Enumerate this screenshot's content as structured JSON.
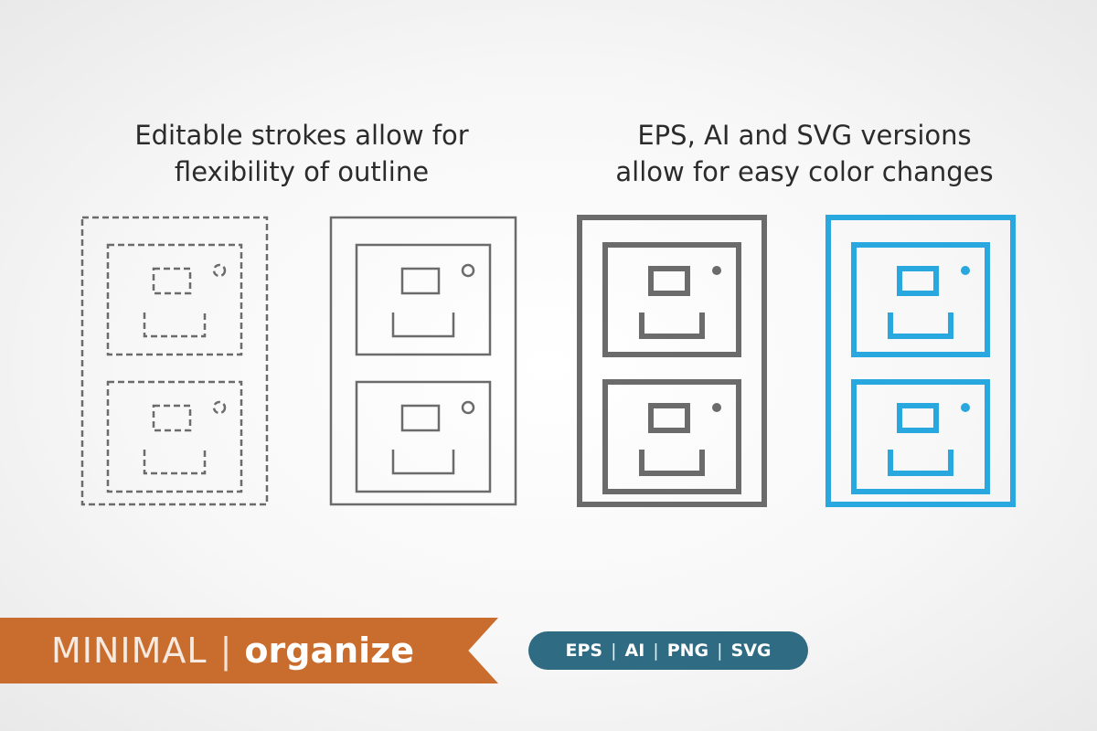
{
  "captions": {
    "left": [
      "Editable strokes allow for",
      "flexibility of outline"
    ],
    "right": [
      "EPS, AI and SVG versions",
      "allow for easy color changes"
    ]
  },
  "icons": [
    {
      "name": "filing-cabinet-dashed-icon",
      "style": "dashed",
      "color": "#6b6b6b"
    },
    {
      "name": "filing-cabinet-thin-icon",
      "style": "thin",
      "color": "#6b6b6b"
    },
    {
      "name": "filing-cabinet-bold-icon",
      "style": "bold",
      "color": "#6b6b6b"
    },
    {
      "name": "filing-cabinet-blue-icon",
      "style": "bold",
      "color": "#29a8e0"
    }
  ],
  "banner": {
    "series": "MINIMAL",
    "separator": "|",
    "subject": "organize"
  },
  "formats": [
    "EPS",
    "AI",
    "PNG",
    "SVG"
  ],
  "format_separator": "|",
  "colors": {
    "ribbon": "#c96d2e",
    "pill": "#2f6b82",
    "icon_gray": "#6b6b6b",
    "icon_blue": "#29a8e0"
  }
}
